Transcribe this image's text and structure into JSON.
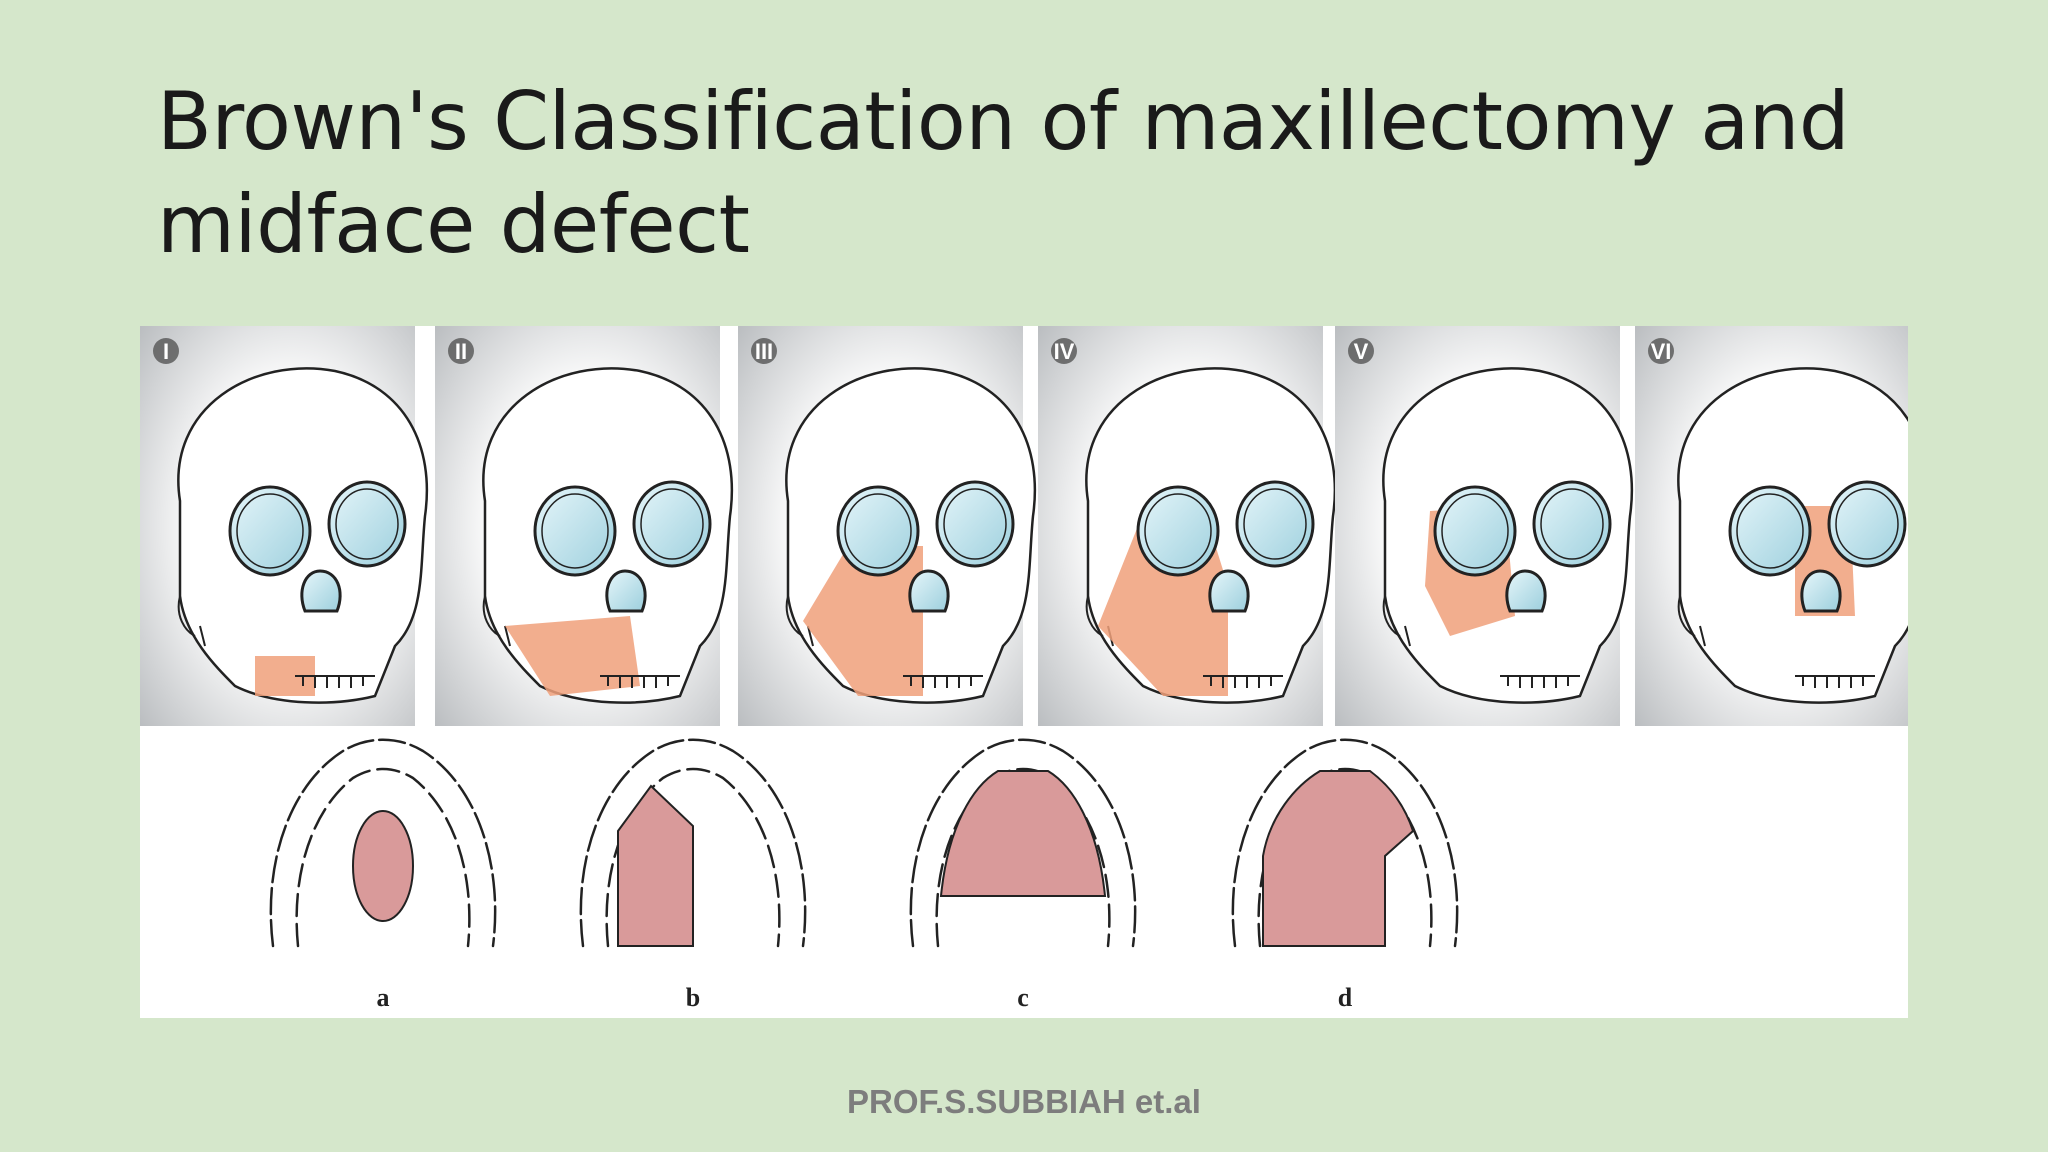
{
  "title": "Brown's Classification of maxillectomy and midface defect",
  "vertical_classes": [
    "I",
    "II",
    "III",
    "IV",
    "V",
    "VI"
  ],
  "horizontal_classes": [
    "a",
    "b",
    "c",
    "d"
  ],
  "footer": "PROF.S.SUBBIAH et.al",
  "colors": {
    "slide_background": "#d5e7cb",
    "defect_orange": "#f0a07a",
    "palate_defect": "#d99a9a",
    "orbit_blue": "#bfe3ec"
  }
}
